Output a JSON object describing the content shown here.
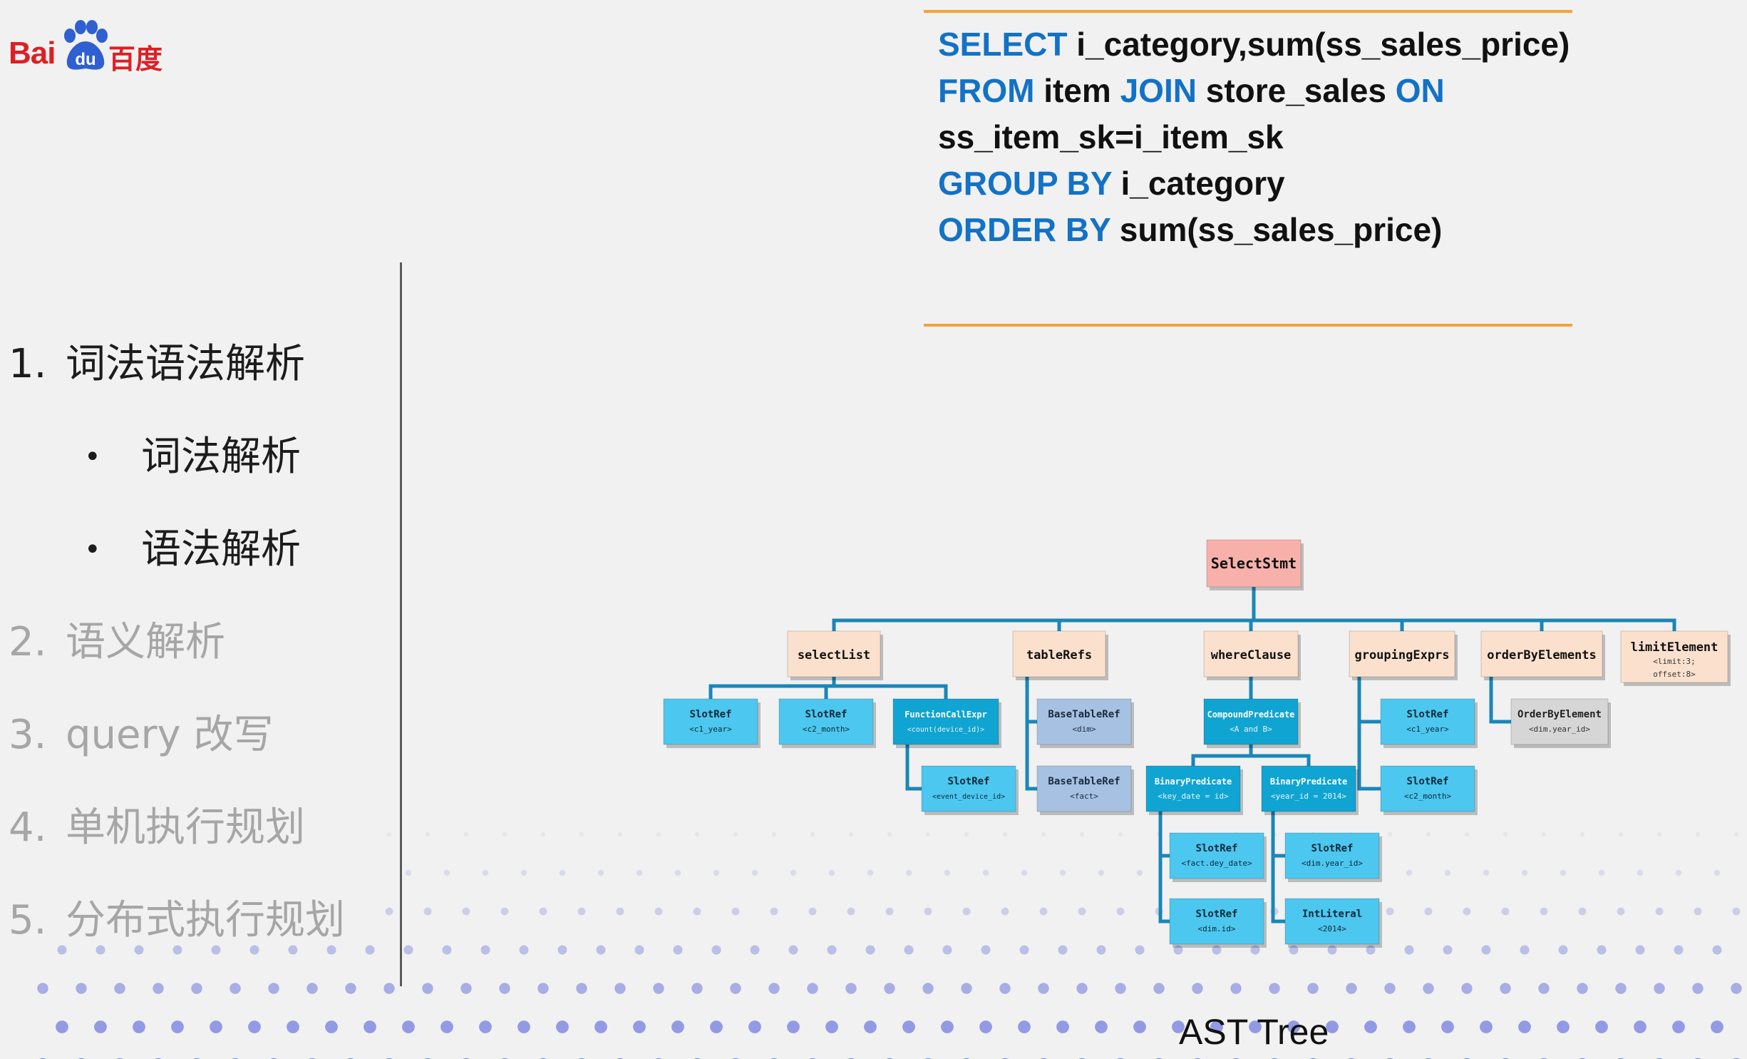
{
  "logo": {
    "text_latin": "Bai",
    "text_paw": "du",
    "text_cn": "百度",
    "color": "#de1e25"
  },
  "toc": {
    "items": [
      {
        "num": "1.",
        "label": "词法语法解析",
        "state": "active"
      },
      {
        "num": "2.",
        "label": "语义解析",
        "state": "dim"
      },
      {
        "num": "3.",
        "label": "query 改写",
        "state": "dim"
      },
      {
        "num": "4.",
        "label": "单机执行规划",
        "state": "dim"
      },
      {
        "num": "5.",
        "label": "分布式执行规划",
        "state": "dim"
      }
    ],
    "subitems": [
      {
        "bullet": "•",
        "label": "词法解析"
      },
      {
        "bullet": "•",
        "label": "语法解析"
      }
    ]
  },
  "sql": {
    "lines": [
      [
        {
          "t": "SELECT",
          "kw": true
        },
        {
          "t": " i_category,sum(ss_sales_price)",
          "kw": false
        }
      ],
      [
        {
          "t": "FROM",
          "kw": true
        },
        {
          "t": " item ",
          "kw": false
        },
        {
          "t": "JOIN",
          "kw": true
        },
        {
          "t": " store_sales ",
          "kw": false
        },
        {
          "t": "ON",
          "kw": true
        }
      ],
      [
        {
          "t": "ss_item_sk=i_item_sk",
          "kw": false
        }
      ],
      [
        {
          "t": "GROUP BY",
          "kw": true
        },
        {
          "t": " i_category",
          "kw": false
        }
      ],
      [
        {
          "t": "ORDER BY",
          "kw": true
        },
        {
          "t": " sum(ss_sales_price)",
          "kw": false
        }
      ]
    ],
    "keyword_color": "#1272c6",
    "rule_color": "#f4a33b"
  },
  "ast": {
    "caption": "AST Tree",
    "connector_color": "#1a86b8",
    "nodes": [
      {
        "id": "select-stmt",
        "title": "SelectStmt",
        "sub": "",
        "style": "root"
      },
      {
        "id": "select-list",
        "title": "selectList",
        "sub": "",
        "style": "cat"
      },
      {
        "id": "table-refs",
        "title": "tableRefs",
        "sub": "",
        "style": "cat"
      },
      {
        "id": "where-clause",
        "title": "whereClause",
        "sub": "",
        "style": "cat"
      },
      {
        "id": "grouping-exprs",
        "title": "groupingExprs",
        "sub": "",
        "style": "cat"
      },
      {
        "id": "order-by-elements",
        "title": "orderByElements",
        "sub": "",
        "style": "cat"
      },
      {
        "id": "limit-element",
        "title": "limitElement",
        "sub": "<limit:3;",
        "sub2": "offset:8>",
        "style": "cat"
      },
      {
        "id": "slotref-c1-year",
        "title": "SlotRef",
        "sub": "<c1_year>",
        "style": "light"
      },
      {
        "id": "slotref-c2-month",
        "title": "SlotRef",
        "sub": "<c2_month>",
        "style": "light"
      },
      {
        "id": "function-call-expr",
        "title": "FunctionCallExpr",
        "sub": "<count(device_id)>",
        "style": "dark"
      },
      {
        "id": "slotref-event-device-id",
        "title": "SlotRef",
        "sub": "<event_device_id>",
        "style": "light"
      },
      {
        "id": "base-table-ref-dim",
        "title": "BaseTableRef",
        "sub": "<dim>",
        "style": "slate"
      },
      {
        "id": "base-table-ref-fact",
        "title": "BaseTableRef",
        "sub": "<fact>",
        "style": "slate"
      },
      {
        "id": "compound-predicate",
        "title": "CompoundPredicate",
        "sub": "<A and B>",
        "style": "dark"
      },
      {
        "id": "binary-predicate-key-date",
        "title": "BinaryPredicate",
        "sub": "<key_date = id>",
        "style": "dark"
      },
      {
        "id": "binary-predicate-year-id",
        "title": "BinaryPredicate",
        "sub": "<year_id = 2014>",
        "style": "dark"
      },
      {
        "id": "slotref-fact-dey-date",
        "title": "SlotRef",
        "sub": "<fact.dey_date>",
        "style": "light"
      },
      {
        "id": "slotref-dim-id",
        "title": "SlotRef",
        "sub": "<dim.id>",
        "style": "light"
      },
      {
        "id": "slotref-dim-year-id",
        "title": "SlotRef",
        "sub": "<dim.year_id>",
        "style": "light"
      },
      {
        "id": "int-literal-2014",
        "title": "IntLiteral",
        "sub": "<2014>",
        "style": "light"
      },
      {
        "id": "slotref-c1-year-2",
        "title": "SlotRef",
        "sub": "<c1_year>",
        "style": "light"
      },
      {
        "id": "slotref-c2-month-2",
        "title": "SlotRef",
        "sub": "<c2_month>",
        "style": "light"
      },
      {
        "id": "order-by-element",
        "title": "OrderByElement",
        "sub": "<dim.year_id>",
        "style": "grey"
      }
    ],
    "styles": {
      "root": {
        "fill": "#f7b1aa",
        "text": "#111111",
        "sub": "#333333"
      },
      "cat": {
        "fill": "#fbe1cd",
        "text": "#111111",
        "sub": "#333333"
      },
      "light": {
        "fill": "#4cc7ef",
        "text": "#0c2a3a",
        "sub": "#0c2a3a"
      },
      "dark": {
        "fill": "#10a4d2",
        "text": "#ffffff",
        "sub": "#e6f6fc"
      },
      "slate": {
        "fill": "#a7c1e3",
        "text": "#1b2b3f",
        "sub": "#1b2b3f"
      },
      "grey": {
        "fill": "#d6d6d6",
        "text": "#222222",
        "sub": "#333333"
      }
    }
  }
}
